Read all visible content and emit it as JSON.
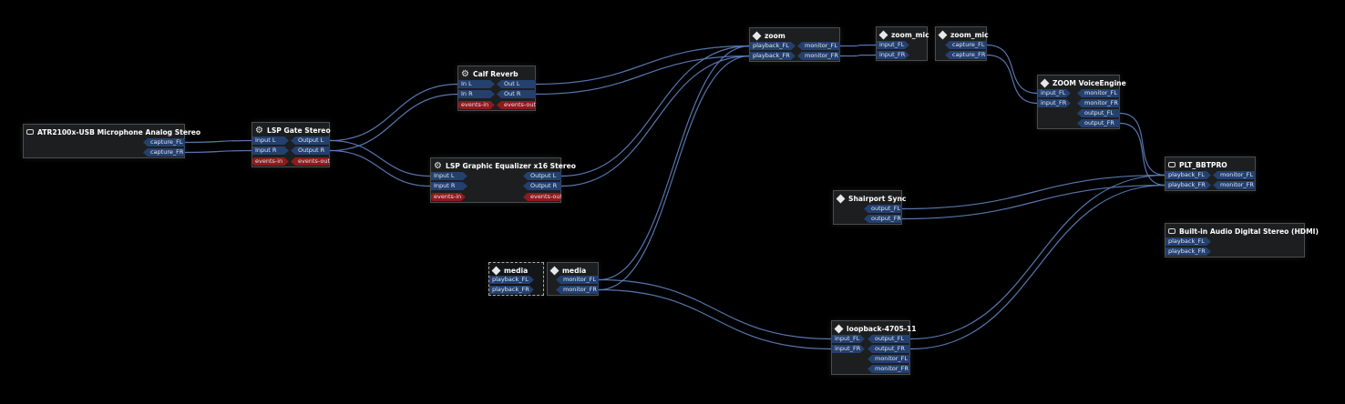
{
  "app": {
    "view": "patchbay-graph"
  },
  "colors": {
    "background": "#000000",
    "node_body": "#1d1e1f",
    "audio_port": "#24406f",
    "midi_port": "#8f1a1c",
    "wire": "#5b7bb6"
  },
  "nodes": {
    "atr": {
      "title": "ATR2100x-USB Microphone Analog Stereo",
      "icon": "soundcard-icon",
      "outputs": [
        "capture_FL",
        "capture_FR"
      ]
    },
    "gate": {
      "title": "LSP Gate Stereo",
      "icon": "gear-icon",
      "inputs": [
        "Input L",
        "Input R"
      ],
      "outputs": [
        "Output L",
        "Output R"
      ],
      "midi_in": "events-in",
      "midi_out": "events-out"
    },
    "calf": {
      "title": "Calf Reverb",
      "icon": "gear-icon",
      "inputs": [
        "In L",
        "In R"
      ],
      "outputs": [
        "Out L",
        "Out R"
      ],
      "midi_in": "events-in",
      "midi_out": "events-out"
    },
    "eq": {
      "title": "LSP Graphic Equalizer x16 Stereo",
      "icon": "gear-icon",
      "inputs": [
        "Input L",
        "Input R"
      ],
      "outputs": [
        "Output L",
        "Output R"
      ],
      "midi_in": "events-in",
      "midi_out": "events-out"
    },
    "zoom": {
      "title": "zoom",
      "icon": "app-icon",
      "inputs": [
        "playback_FL",
        "playback_FR"
      ],
      "outputs": [
        "monitor_FL",
        "monitor_FR"
      ]
    },
    "zoom_mic_in": {
      "title": "zoom_mic",
      "icon": "app-icon",
      "inputs": [
        "input_FL",
        "input_FR"
      ]
    },
    "zoom_mic_out": {
      "title": "zoom_mic",
      "icon": "app-icon",
      "outputs": [
        "capture_FL",
        "capture_FR"
      ]
    },
    "voice": {
      "title": "ZOOM VoiceEngine",
      "icon": "app-icon",
      "inputs": [
        "input_FL",
        "input_FR"
      ],
      "outputs": [
        "monitor_FL",
        "monitor_FR",
        "output_FL",
        "output_FR"
      ]
    },
    "plt": {
      "title": "PLT_BBTPRO",
      "icon": "soundcard-icon",
      "inputs": [
        "playback_FL",
        "playback_FR"
      ],
      "outputs": [
        "monitor_FL",
        "monitor_FR"
      ]
    },
    "hdmi": {
      "title": "Built-in Audio Digital Stereo (HDMI)",
      "icon": "soundcard-icon",
      "inputs": [
        "playback_FL",
        "playback_FR"
      ]
    },
    "shairport": {
      "title": "Shairport Sync",
      "icon": "app-icon",
      "outputs": [
        "output_FL",
        "output_FR"
      ]
    },
    "media_in": {
      "title": "media",
      "icon": "app-icon",
      "inputs": [
        "playback_FL",
        "playback_FR"
      ]
    },
    "media_out": {
      "title": "media",
      "icon": "app-icon",
      "outputs": [
        "monitor_FL",
        "monitor_FR"
      ]
    },
    "loopback": {
      "title": "loopback-4705-11",
      "icon": "app-icon",
      "inputs": [
        "input_FL",
        "input_FR"
      ],
      "outputs": [
        "output_FL",
        "output_FR",
        "monitor_FL",
        "monitor_FR"
      ]
    }
  },
  "links": [
    [
      "atr.out.0",
      "gate.in.0"
    ],
    [
      "atr.out.1",
      "gate.in.1"
    ],
    [
      "gate.out.0",
      "calf.in.0"
    ],
    [
      "gate.out.1",
      "calf.in.1"
    ],
    [
      "gate.out.0",
      "eq.in.0"
    ],
    [
      "gate.out.1",
      "eq.in.1"
    ],
    [
      "calf.out.0",
      "zoom.in.0"
    ],
    [
      "calf.out.1",
      "zoom.in.1"
    ],
    [
      "eq.out.0",
      "zoom.in.0"
    ],
    [
      "eq.out.1",
      "zoom.in.1"
    ],
    [
      "media_out.out.0",
      "zoom.in.0"
    ],
    [
      "media_out.out.1",
      "zoom.in.1"
    ],
    [
      "zoom.out.0",
      "zoom_mic_in.in.0"
    ],
    [
      "zoom.out.1",
      "zoom_mic_in.in.1"
    ],
    [
      "zoom_mic_out.out.0",
      "voice.in.0"
    ],
    [
      "zoom_mic_out.out.1",
      "voice.in.1"
    ],
    [
      "voice.out.2",
      "plt.in.0"
    ],
    [
      "voice.out.3",
      "plt.in.1"
    ],
    [
      "shairport.out.0",
      "plt.in.0"
    ],
    [
      "shairport.out.1",
      "plt.in.1"
    ],
    [
      "media_out.out.0",
      "loopback.in.0"
    ],
    [
      "media_out.out.1",
      "loopback.in.1"
    ],
    [
      "loopback.out.0",
      "plt.in.0"
    ],
    [
      "loopback.out.1",
      "plt.in.1"
    ]
  ]
}
